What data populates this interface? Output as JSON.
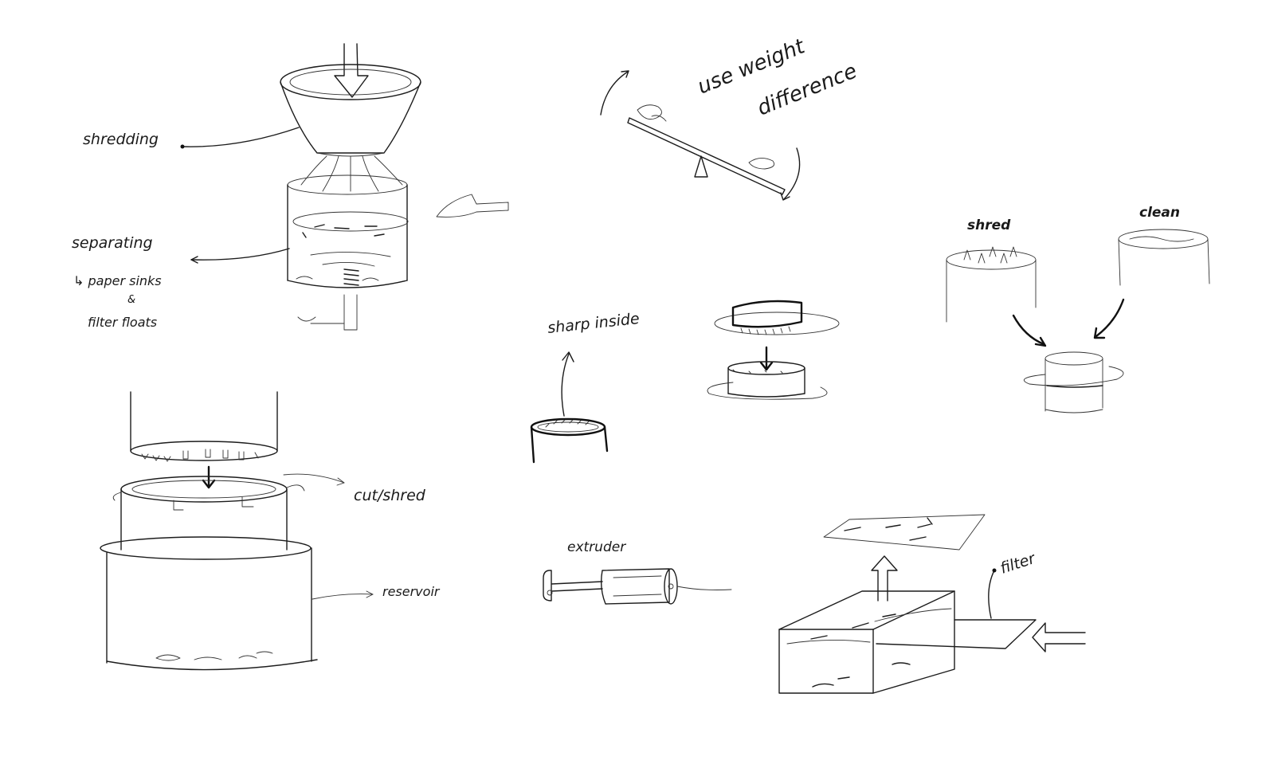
{
  "labels": {
    "shredding": "shredding",
    "separating": "separating",
    "paper_sinks": "↳ paper sinks",
    "ampersand": "&",
    "filter_floats": "filter floats",
    "cut_shred": "cut/shred",
    "reservoir": "reservoir",
    "use_weight": "use weight",
    "difference": "difference",
    "sharp_inside": "sharp inside",
    "shred": "shred",
    "clean": "clean",
    "extruder": "extruder",
    "filter": "filter"
  }
}
